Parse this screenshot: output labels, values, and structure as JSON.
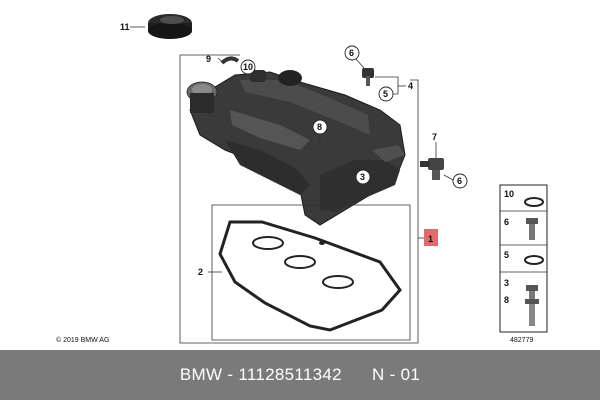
{
  "colors": {
    "highlight": "#e26a6a",
    "footer_bg": "#7a7a7a",
    "part_dark": "#3a3a3a"
  },
  "callouts": {
    "c1": "1",
    "c2": "2",
    "c3": "3",
    "c4": "4",
    "c5": "5",
    "c6a": "6",
    "c6b": "6",
    "c7": "7",
    "c8": "8",
    "c9": "9",
    "c10": "10",
    "c11": "11"
  },
  "sidebox": {
    "labels": [
      "10",
      "6",
      "5",
      "3",
      "8"
    ]
  },
  "copyright": "© 2019 BMW AG",
  "diagram_ref": "482779",
  "footer": {
    "brand": "BMW",
    "separator": "-",
    "part_number": "11128511342",
    "page_code": "N - 01"
  }
}
